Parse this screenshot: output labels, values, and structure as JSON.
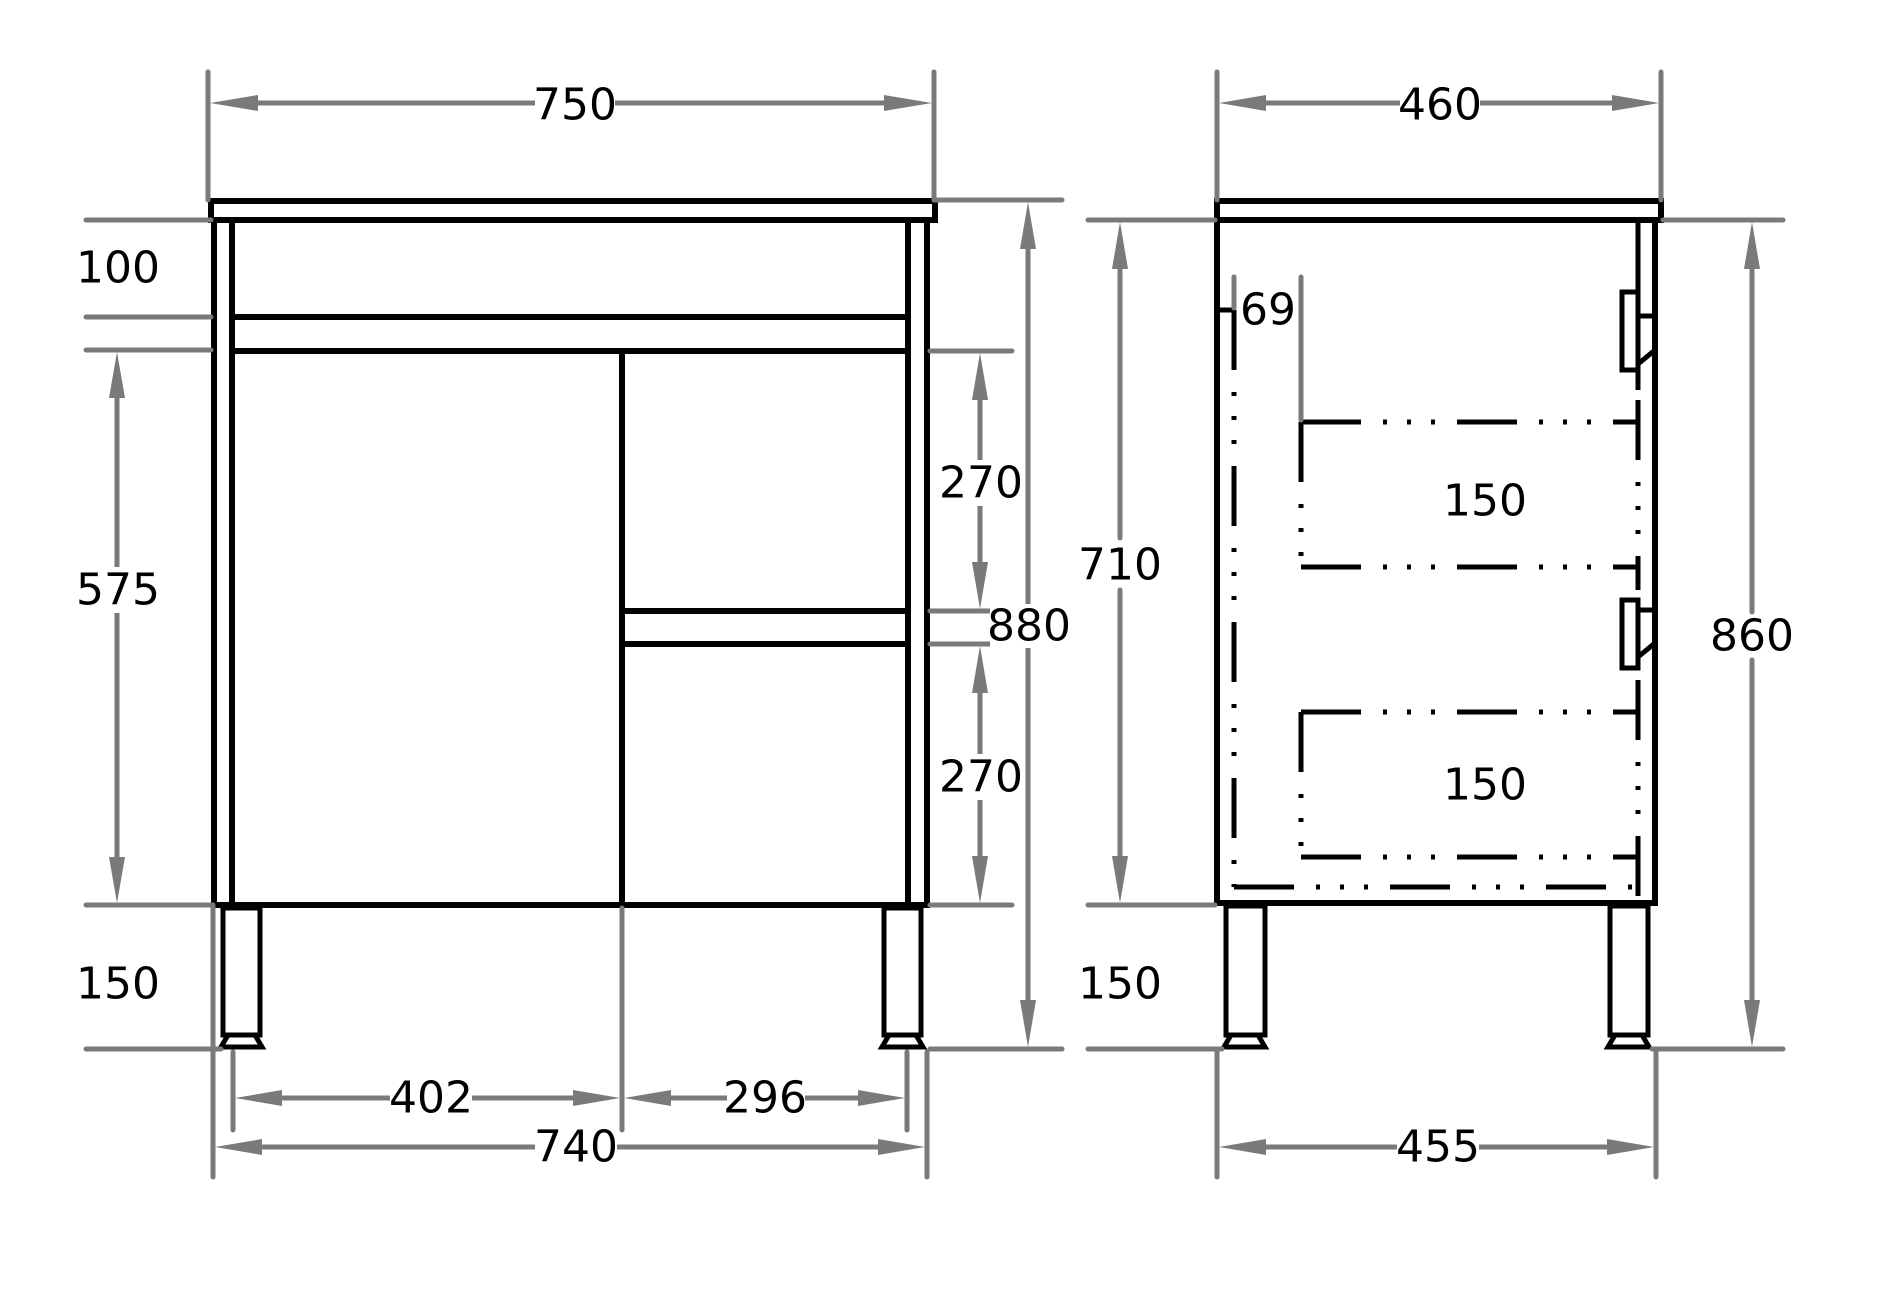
{
  "drawing": {
    "title": "Vanity cabinet dimension drawing",
    "units": "mm",
    "colors": {
      "object_lines": "#000000",
      "dimension_lines": "#7a7a7a",
      "background": "#ffffff"
    }
  },
  "front_view": {
    "overall_width": "750",
    "carcass_width": "740",
    "overall_height": "880",
    "top_rail_height": "100",
    "door_height": "575",
    "leg_height": "150",
    "left_door_width": "402",
    "right_section_width": "296",
    "upper_drawer_height": "270",
    "lower_drawer_height": "270"
  },
  "side_view": {
    "overall_depth": "460",
    "carcass_depth": "455",
    "overall_height": "860",
    "carcass_height": "710",
    "leg_height": "150",
    "drawer_setback": "69",
    "upper_drawer_depth_label": "150",
    "lower_drawer_depth_label": "150"
  }
}
